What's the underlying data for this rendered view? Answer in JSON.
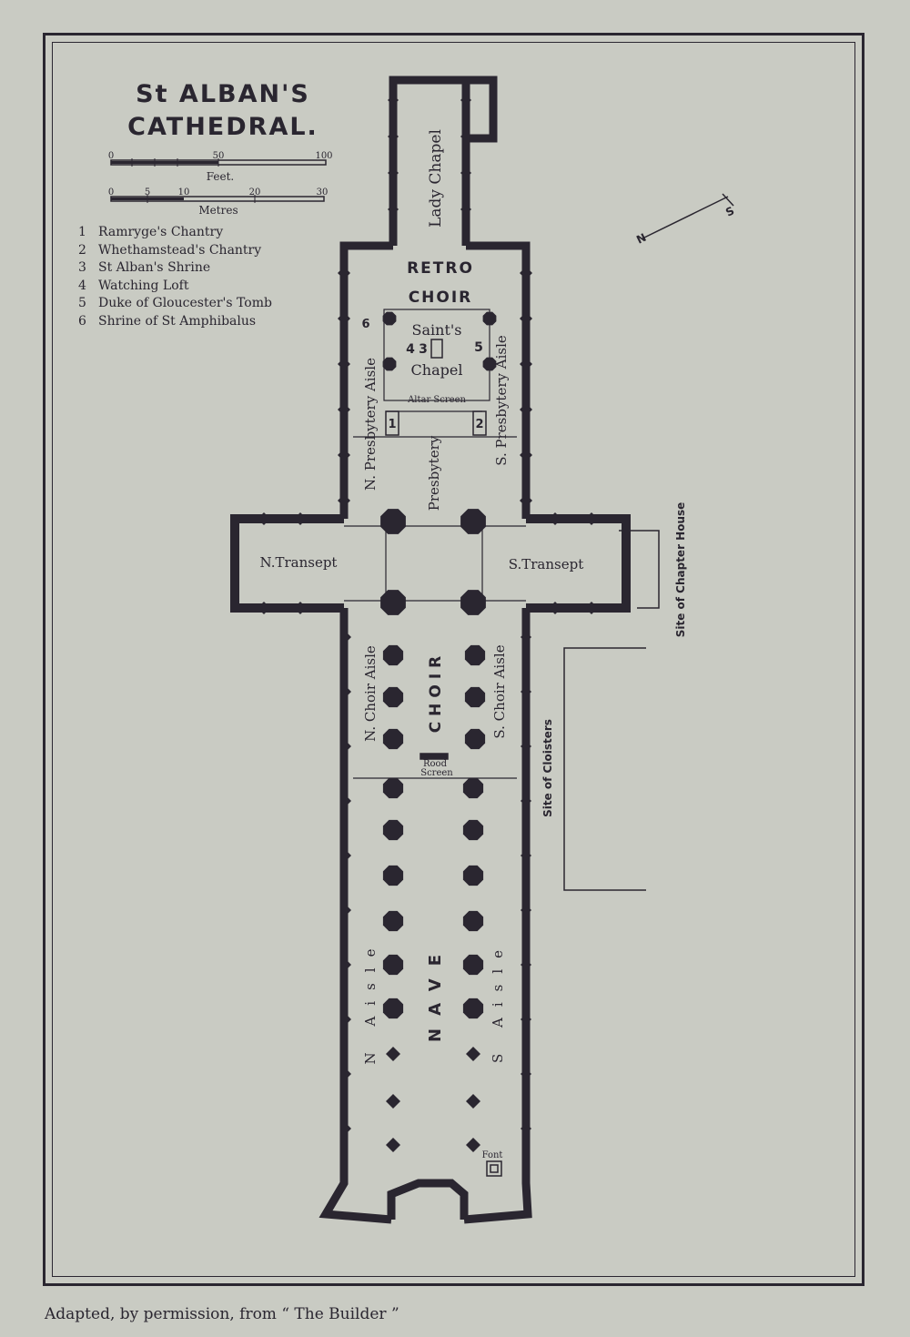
{
  "title": {
    "line1": "St ALBAN'S",
    "line2": "CATHEDRAL."
  },
  "scale": {
    "feet_label": "Feet.",
    "feet_ticks": [
      "0",
      "50",
      "100"
    ],
    "metres_label": "Metres",
    "metres_ticks": [
      "0",
      "5",
      "10",
      "20",
      "30"
    ]
  },
  "legend": [
    {
      "num": "1",
      "text": "Ramryge's Chantry"
    },
    {
      "num": "2",
      "text": "Whethamstead's Chantry"
    },
    {
      "num": "3",
      "text": "St Alban's Shrine"
    },
    {
      "num": "4",
      "text": "Watching Loft"
    },
    {
      "num": "5",
      "text": "Duke of Gloucester's Tomb"
    },
    {
      "num": "6",
      "text": "Shrine of St Amphibalus"
    }
  ],
  "north_arrow": {
    "n": "N",
    "s": "S"
  },
  "labels": {
    "lady_chapel": "Lady Chapel",
    "retro": "RETRO",
    "choir_retro": "CHOIR",
    "saints": "Saint's",
    "chapel": "Chapel",
    "altar_screen": "Altar Screen",
    "n_presbytery_aisle": "N. Presbytery Aisle",
    "s_presbytery_aisle": "S. Presbytery Aisle",
    "presbytery": "Presbytery",
    "n_transept": "N.Transept",
    "s_transept": "S.Transept",
    "site_chapter_house": "Site of Chapter House",
    "n_choir_aisle": "N. Choir Aisle",
    "s_choir_aisle": "S. Choir Aisle",
    "choir": "CHOIR",
    "rood": "Rood",
    "screen": "Screen",
    "site_cloisters": "Site of Cloisters",
    "n_aisle": "N Aisle",
    "nave": "NAVE",
    "s_aisle": "S Aisle",
    "font": "Font",
    "num1": "1",
    "num2": "2",
    "num3": "3",
    "num4": "4",
    "num5": "5",
    "num6": "6"
  },
  "caption": "Adapted, by permission, from “ The Builder ”",
  "colors": {
    "paper": "#c9cbc3",
    "ink": "#2a2630"
  }
}
